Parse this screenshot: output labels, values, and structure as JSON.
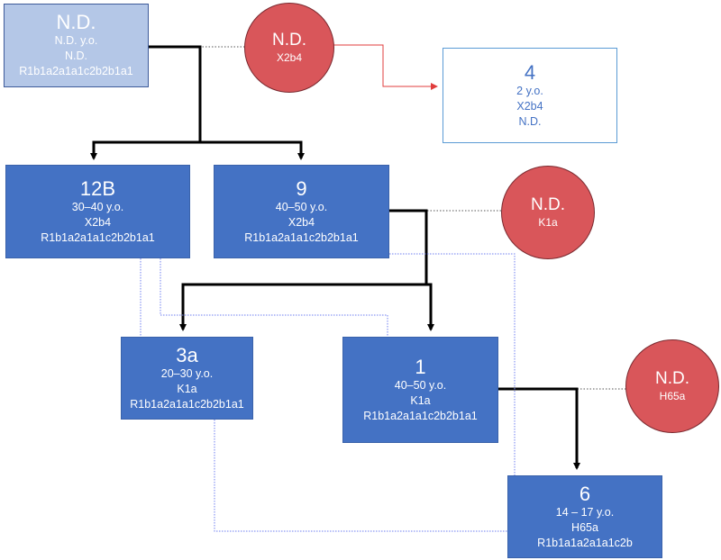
{
  "nodes": {
    "nd_top": {
      "id": "N.D.",
      "age": "N.D. y.o.",
      "mt": "N.D.",
      "y": "R1b1a2a1a1c2b2b1a1"
    },
    "wife_top": {
      "id": "N.D.",
      "mt": "X2b4"
    },
    "n4": {
      "id": "4",
      "age": "2 y.o.",
      "mt": "X2b4",
      "y": "N.D."
    },
    "n12b": {
      "id": "12B",
      "age": "30–40 y.o.",
      "mt": "X2b4",
      "y": "R1b1a2a1a1c2b2b1a1"
    },
    "n9": {
      "id": "9",
      "age": "40–50 y.o.",
      "mt": "X2b4",
      "y": "R1b1a2a1a1c2b2b1a1"
    },
    "wife_9": {
      "id": "N.D.",
      "mt": "K1a"
    },
    "n3a": {
      "id": "3a",
      "age": "20–30 y.o.",
      "mt": "K1a",
      "y": "R1b1a2a1a1c2b2b1a1"
    },
    "n1": {
      "id": "1",
      "age": "40–50 y.o.",
      "mt": "K1a",
      "y": "R1b1a2a1a1c2b2b1a1"
    },
    "wife_1": {
      "id": "N.D.",
      "mt": "H65a"
    },
    "n6": {
      "id": "6",
      "age": "14 – 17 y.o.",
      "mt": "H65a",
      "y": "R1b1a1a2a1a1c2b"
    }
  },
  "colors": {
    "male_box": "#4472c4",
    "ancestor_box": "#b4c7e7",
    "female_circle": "#d9565a",
    "descent_line": "#000000",
    "maternal_line": "#e03c3c",
    "relation_dotted": "#6f7ff0"
  }
}
